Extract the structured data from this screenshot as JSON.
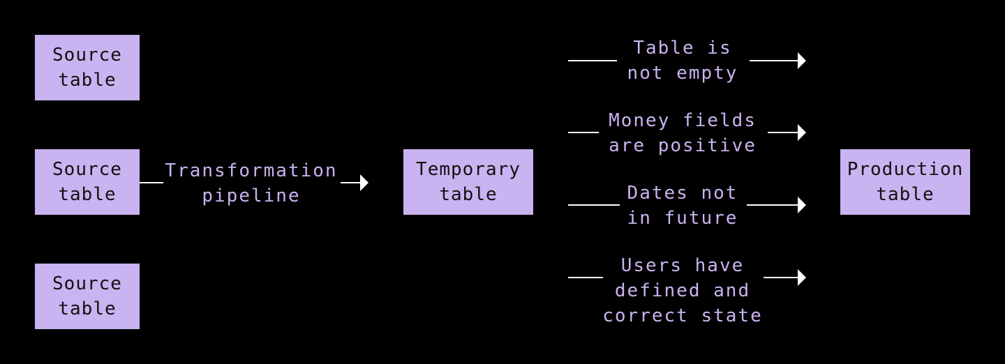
{
  "colors": {
    "background": "#000000",
    "box_fill": "#c9b3f0",
    "box_text": "#111111",
    "label_text": "#c9b3f0",
    "connector": "#ffffff"
  },
  "sources": [
    {
      "line1": "Source",
      "line2": "table"
    },
    {
      "line1": "Source",
      "line2": "table"
    },
    {
      "line1": "Source",
      "line2": "table"
    }
  ],
  "pipeline": {
    "line1": "Transformation",
    "line2": "pipeline"
  },
  "temporary": {
    "line1": "Temporary",
    "line2": "table"
  },
  "production": {
    "line1": "Production",
    "line2": "table"
  },
  "checks": [
    {
      "line1": "Table is",
      "line2": "not empty"
    },
    {
      "line1": "Money fields",
      "line2": "are positive"
    },
    {
      "line1": "Dates not",
      "line2": "in future"
    },
    {
      "line1": "Users have",
      "line2": "defined and",
      "line3": "correct state"
    }
  ]
}
